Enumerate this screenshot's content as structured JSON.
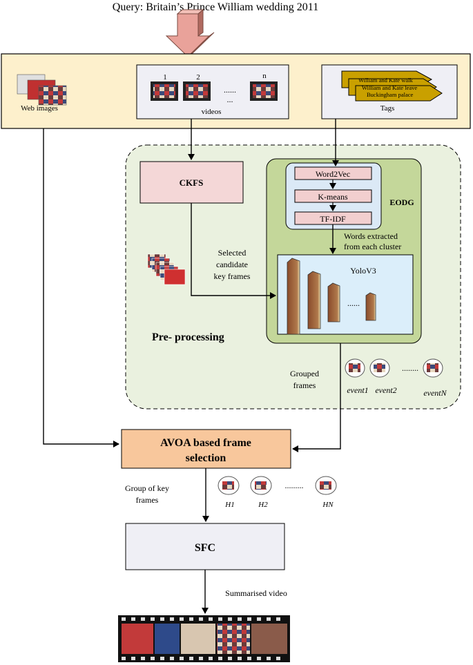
{
  "query": "Query: Britain’s Prince William wedding 2011",
  "input": {
    "web_images_label": "Web images",
    "videos_label": "videos",
    "video_numbers": [
      "1",
      "2",
      "n"
    ],
    "video_dots_row1": "......",
    "video_dots_row2": "...",
    "tags_label": "Tags",
    "tags": [
      "William and Kate walk",
      "William and Kate leave",
      "Buckingham palace"
    ]
  },
  "preprocessing": {
    "label": "Pre- processing",
    "ckfs": "CKFS",
    "eodg": "EODG",
    "word2vec": "Word2Vec",
    "kmeans": "K-means",
    "tfidf": "TF-IDF",
    "words_extracted": [
      "Words extracted",
      "from each cluster"
    ],
    "selected_candidate": [
      "Selected",
      "candidate",
      "key frames"
    ],
    "yolo": "YoloV3",
    "yolo_dots": "......",
    "grouped_frames": [
      "Grouped",
      "frames"
    ],
    "events": [
      "event1",
      "event2",
      "eventN"
    ],
    "event_dots": "........"
  },
  "avoa": [
    "AVOA based frame",
    "selection"
  ],
  "group_of_key_frames": [
    "Group of key",
    "frames"
  ],
  "h_labels": [
    "H1",
    "H2",
    "HN"
  ],
  "h_dots": ".........",
  "sfc": "SFC",
  "summarised_video": "Summarised video",
  "colors": {
    "input_panel": "#fdf0cc",
    "preproc_bg": "#eaf1df",
    "ckfs_box": "#f4d7d7",
    "eodg_box": "#c4d79a",
    "eodg_inner": "#dbe9f6",
    "word_box": "#f2cfcf",
    "yolo_box": "#dbeefa",
    "avoa_box": "#f8c79c",
    "sfc_box": "#efeff5",
    "tag_fill": "#c9a000",
    "arrow_fill": "#e9a29a"
  }
}
